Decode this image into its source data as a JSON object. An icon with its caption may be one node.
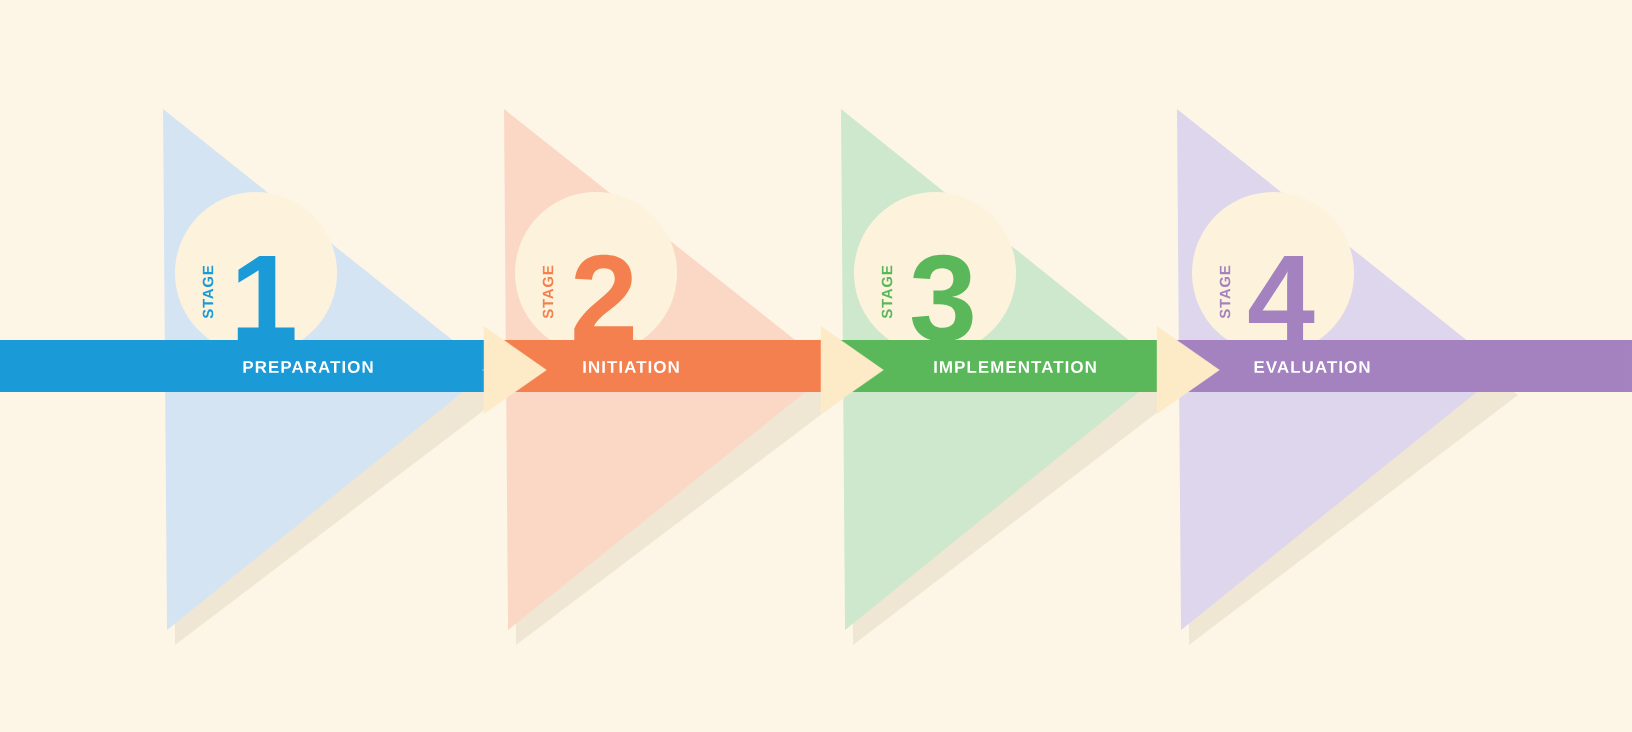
{
  "diagram": {
    "nodes": [
      {
        "text": [
          "STAGE",
          "1",
          "PREPARATION"
        ]
      },
      {
        "text": [
          "STAGE",
          "2",
          "INITIATION"
        ]
      },
      {
        "text": [
          "STAGE",
          "3",
          "IMPLEMENTATION"
        ]
      },
      {
        "text": [
          "STAGE",
          "4",
          "EVALUATION"
        ]
      }
    ],
    "edges": [
      {
        "from": 0,
        "to": 1,
        "arrow": "to"
      },
      {
        "from": 1,
        "to": 2,
        "arrow": "to"
      },
      {
        "from": 2,
        "to": 3,
        "arrow": "to"
      }
    ]
  }
}
